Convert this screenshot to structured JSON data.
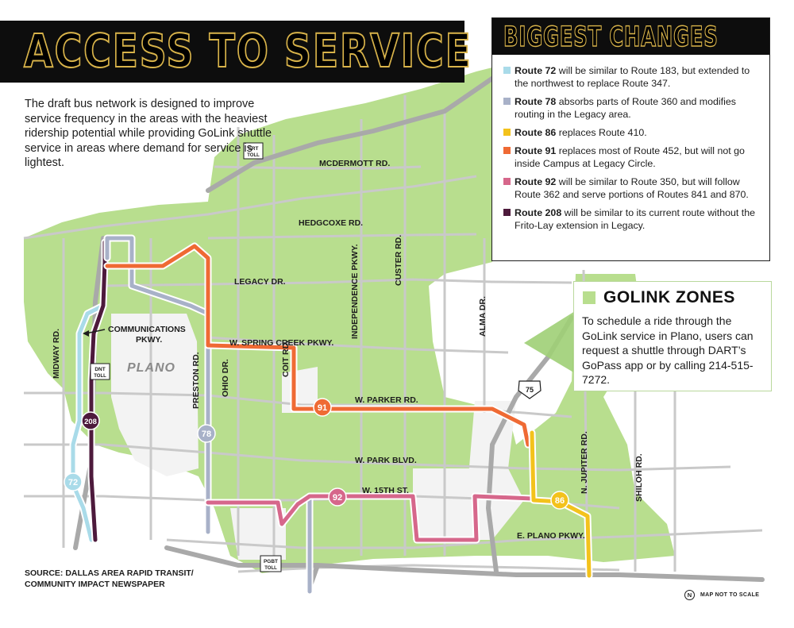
{
  "title": "ACCESS TO SERVICE",
  "intro": "The draft bus network is designed to improve service frequency in the areas with the heaviest ridership potential while providing GoLink shuttle service in areas where demand for service is lightest.",
  "changes": {
    "title": "BIGGEST CHANGES",
    "items": [
      {
        "route": "Route 72",
        "text": " will be similar to Route 183, but extended to the northwest to replace Route 347.",
        "color": "#a9dbe9"
      },
      {
        "route": "Route 78",
        "text": " absorbs parts of Route 360 and modifies routing in the Legacy area.",
        "color": "#a8b1c8"
      },
      {
        "route": "Route 86",
        "text": " replaces Route 410.",
        "color": "#f3c21c"
      },
      {
        "route": "Route 91",
        "text": " replaces most of Route 452, but will not go inside Campus at Legacy Circle.",
        "color": "#ef6a34"
      },
      {
        "route": "Route 92",
        "text": " will be similar to Route 350, but will follow Route 362 and serve portions of Routes 841 and 870.",
        "color": "#d6678b"
      },
      {
        "route": "Route 208",
        "text": " will be similar to its current route without the Frito-Lay extension in Legacy.",
        "color": "#4d1a3c"
      }
    ]
  },
  "golink": {
    "title": "GOLINK ZONES",
    "text": "To schedule a ride through the GoLink service in Plano, users can request a shuttle through DART’s GoPass app or by calling 214-515-7272.",
    "color": "#b8de8e"
  },
  "roads": {
    "mcdermott": "MCDERMOTT RD.",
    "hedgcoxe": "HEDGCOXE RD.",
    "legacy": "LEGACY DR.",
    "springcreek": "W. SPRING CREEK PKWY.",
    "parker": "W. PARKER RD.",
    "park": "W. PARK BLVD.",
    "fifteenth": "W. 15TH ST.",
    "eplano": "E. PLANO PKWY.",
    "midway": "MIDWAY RD.",
    "preston": "PRESTON RD.",
    "ohio": "OHIO DR.",
    "coit": "COIT RD.",
    "independence": "INDEPENDENCE PKWY.",
    "custer": "CUSTER RD.",
    "alma": "ALMA DR.",
    "jupiter": "N. JUPITER RD.",
    "shiloh": "SHILOH RD.",
    "communications_1": "COMMUNICATIONS",
    "communications_2": "PKWY."
  },
  "place": "PLANO",
  "tolls": {
    "srt": [
      "SRT",
      "TOLL"
    ],
    "dnt": [
      "DNT",
      "TOLL"
    ],
    "pgbt": [
      "PGBT",
      "TOLL"
    ]
  },
  "highway": "75",
  "route_badges": [
    {
      "label": "91",
      "color": "#ef6a34"
    },
    {
      "label": "78",
      "color": "#a8b1c8"
    },
    {
      "label": "208",
      "color": "#4d1a3c"
    },
    {
      "label": "72",
      "color": "#a9dbe9"
    },
    {
      "label": "92",
      "color": "#d6678b"
    },
    {
      "label": "86",
      "color": "#f3c21c"
    }
  ],
  "source_lines": [
    "SOURCE: DALLAS AREA RAPID TRANSIT/",
    "COMMUNITY IMPACT NEWSPAPER"
  ],
  "north": "N",
  "scale_note": "MAP NOT TO SCALE"
}
